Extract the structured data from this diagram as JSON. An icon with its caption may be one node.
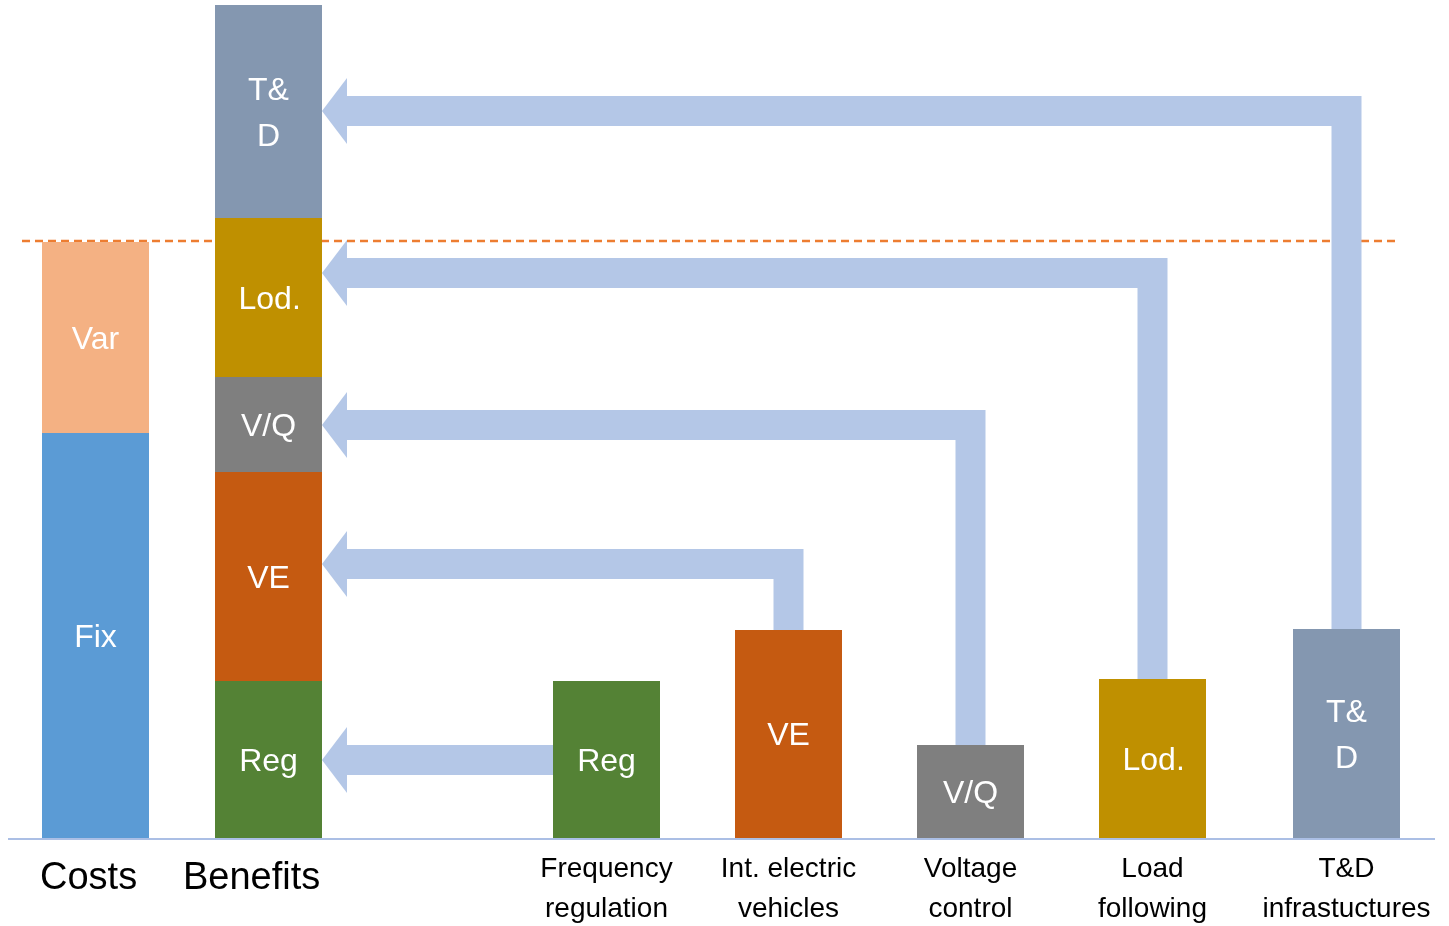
{
  "diagram": {
    "nodes": [
      {
        "text": [
          "Var"
        ]
      },
      {
        "text": [
          "Fix"
        ]
      },
      {
        "text": [
          "T& D"
        ]
      },
      {
        "text": [
          "Lod."
        ]
      },
      {
        "text": [
          "V/Q"
        ]
      },
      {
        "text": [
          "VE"
        ]
      },
      {
        "text": [
          "Reg"
        ]
      },
      {
        "text": [
          "Reg"
        ],
        "beside": [
          "Frequency regulation"
        ]
      },
      {
        "text": [
          "VE"
        ],
        "beside": [
          "Int. electric vehicles"
        ]
      },
      {
        "text": [
          "V/Q"
        ],
        "beside": [
          "Voltage control"
        ]
      },
      {
        "text": [
          "Lod."
        ],
        "beside": [
          "Load following"
        ]
      },
      {
        "text": [
          "T& D"
        ],
        "beside": [
          "T&D infrastuctures"
        ]
      }
    ],
    "edges": [
      {
        "from": 7,
        "to": 6,
        "arrow": "to"
      },
      {
        "from": 8,
        "to": 5,
        "arrow": "to"
      },
      {
        "from": 9,
        "to": 4,
        "arrow": "to"
      },
      {
        "from": 10,
        "to": 3,
        "arrow": "to"
      },
      {
        "from": 11,
        "to": 2,
        "arrow": "to"
      }
    ],
    "labels": [
      "Costs",
      "Benefits"
    ]
  }
}
